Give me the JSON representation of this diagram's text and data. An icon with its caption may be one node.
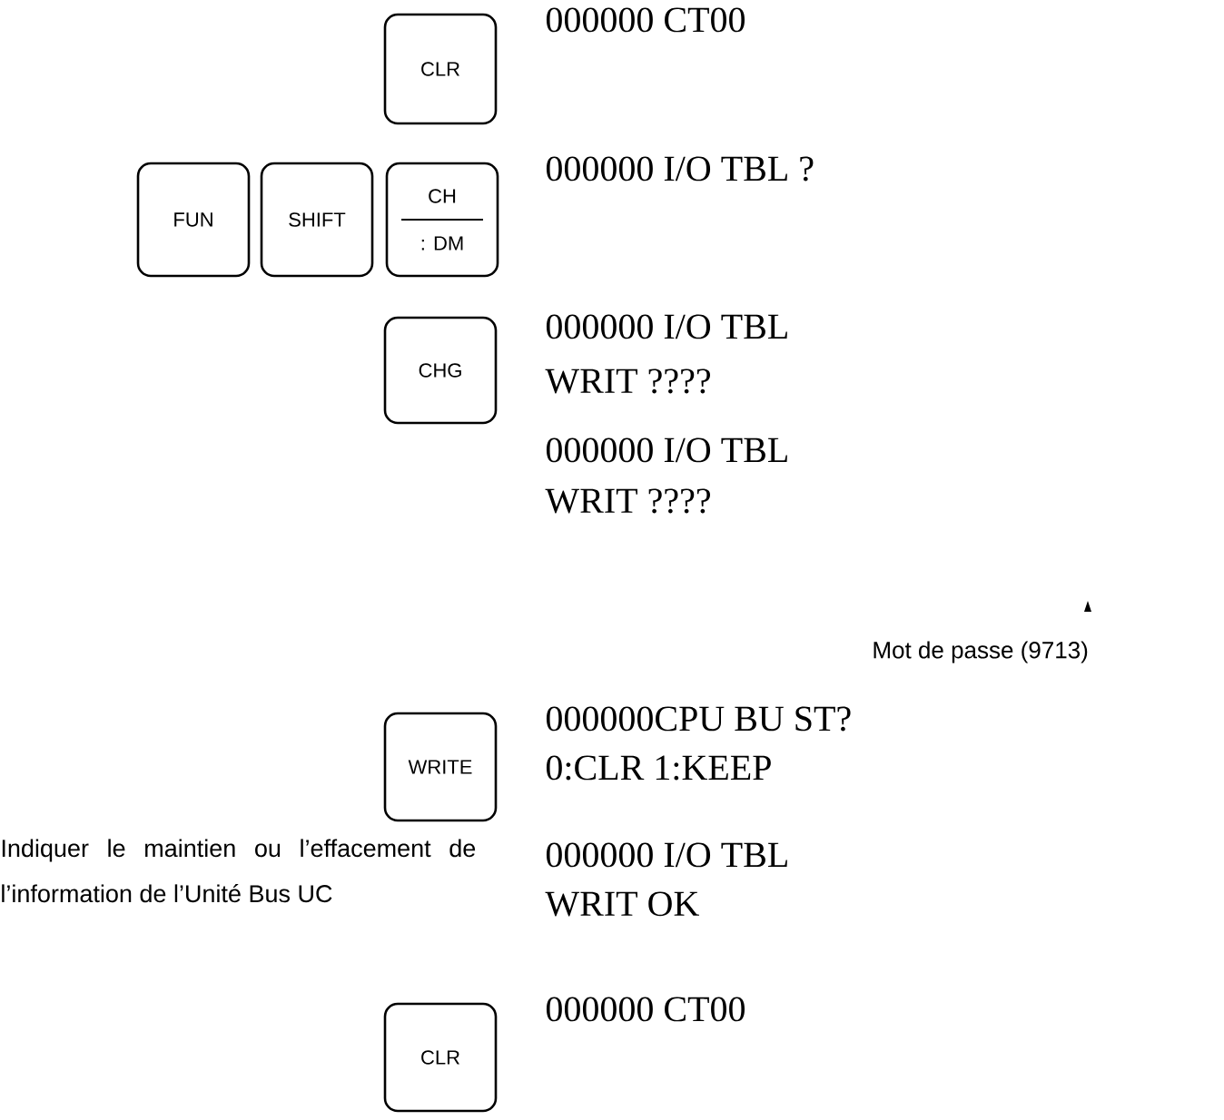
{
  "diagram": {
    "nodes": [
      {
        "text": [
          "CLR"
        ]
      },
      {
        "text": [
          "FUN"
        ]
      },
      {
        "text": [
          "SHIFT"
        ]
      },
      {
        "text": [
          "CH",
          ": DM"
        ]
      },
      {
        "text": [
          "CHG"
        ]
      },
      {
        "text": [
          "WRITE"
        ]
      },
      {
        "text": [
          "CLR"
        ]
      }
    ],
    "labels": [
      "000000 CT00",
      "000000 I/O TBL ?",
      "000000 I/O TBL",
      "WRIT ????",
      "000000 I/O TBL",
      "WRIT ????",
      "Mot de passe (9713)",
      "000000CPU BU ST?",
      "0:CLR 1:KEEP",
      "Indiquer le maintien ou l’effacement de l’information de l’Unité Bus UC",
      "000000 I/O TBL",
      "WRIT OK",
      "000000 CT00"
    ]
  }
}
